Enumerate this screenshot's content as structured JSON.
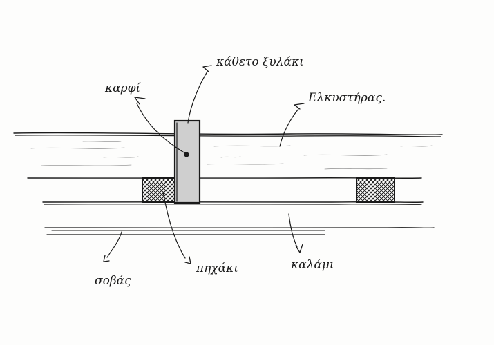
{
  "labels": {
    "nail": "καρφί",
    "vertical_batten": "κάθετο ξυλάκι",
    "tie_beam": "Ελκυστήρας.",
    "base": "σοβάς",
    "block": "πηχάκι",
    "reed": "καλάμι"
  },
  "colors": {
    "ink": "#1a1a1a",
    "paper": "#fdfdfc",
    "grain": "#9a9a9a"
  }
}
